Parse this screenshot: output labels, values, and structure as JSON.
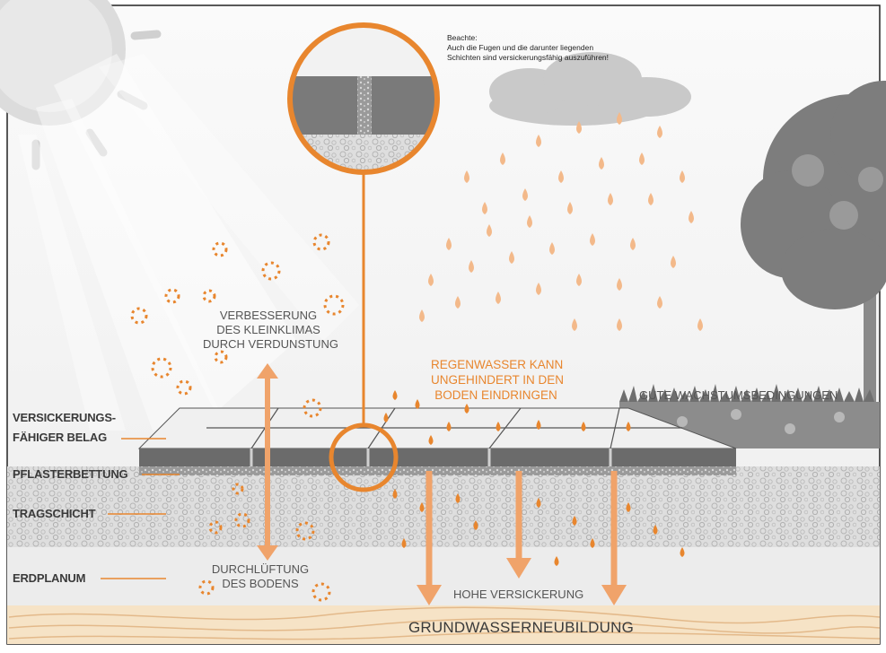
{
  "note": {
    "line1": "Beachte:",
    "line2": "Auch die Fugen und die darunter liegenden",
    "line3": "Schichten sind versickerungsfähig auszuführen!"
  },
  "layers": {
    "belag_1": "VERSICKERUNGS-",
    "belag_2": "FÄHIGER BELAG",
    "bettung": "PFLASTERBETTUNG",
    "tragschicht": "TRAGSCHICHT",
    "erdplanum": "ERDPLANUM"
  },
  "effects": {
    "klima_1": "VERBESSERUNG",
    "klima_2": "DES KLEINKLIMAS",
    "klima_3": "DURCH VERDUNSTUNG",
    "regen_1": "REGENWASSER KANN",
    "regen_2": "UNGEHINDERT IN DEN",
    "regen_3": "BODEN EINDRINGEN",
    "wachstum": "GUTE WACHSTUMSBEDINGUNGEN",
    "luft_1": "DURCHLÜFTUNG",
    "luft_2": "DES BODENS",
    "versickerung": "HOHE VERSICKERUNG",
    "grundwasser": "GRUNDWASSERNEUBILDUNG"
  },
  "colors": {
    "accent": "#e8862e",
    "accent_light": "#f3b98a",
    "paving": "#6b6b6b",
    "gravel": "#d2d2d2",
    "ground": "#f6e3c6"
  }
}
